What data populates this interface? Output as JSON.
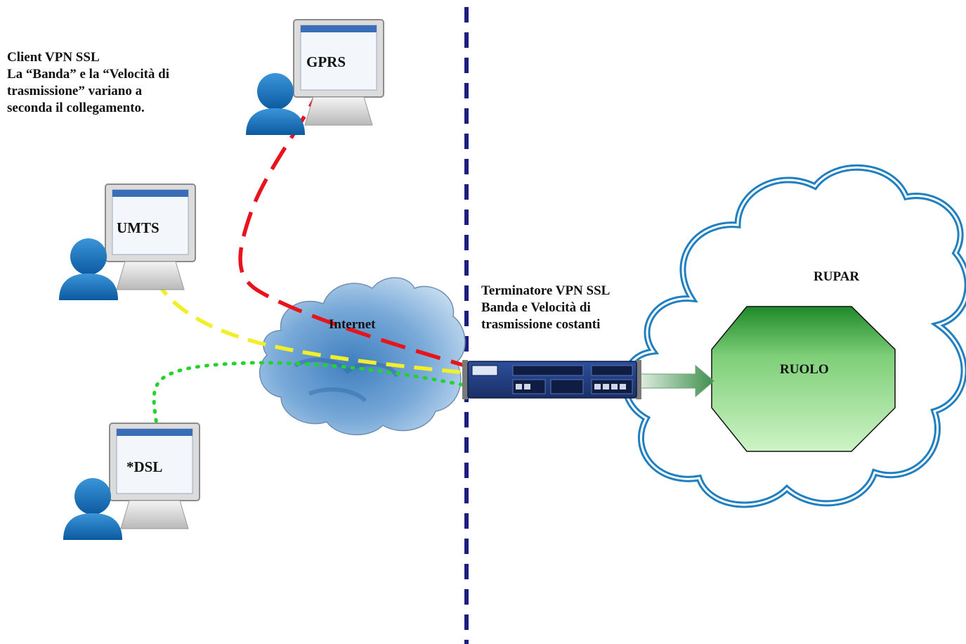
{
  "client_note": {
    "lines": [
      "Client VPN SSL",
      "La “Banda” e la “Velocità di",
      "trasmissione” variano a",
      "seconda il collegamento."
    ]
  },
  "terminator_note": {
    "lines": [
      "Terminatore VPN SSL",
      "Banda e Velocità di",
      "trasmissione costanti"
    ]
  },
  "clients": [
    {
      "id": "gprs",
      "label": "GPRS",
      "link_color": "#e8141b"
    },
    {
      "id": "umts",
      "label": "UMTS",
      "link_color": "#f2ee2a"
    },
    {
      "id": "dsl",
      "label": "*DSL",
      "link_color": "#22d32a"
    }
  ],
  "internet": {
    "label": "Internet"
  },
  "rupar": {
    "label": "RUPAR"
  },
  "ruolo": {
    "label": "RUOLO"
  },
  "colors": {
    "divider": "#1c1f7c",
    "user_icon": "#1670b8",
    "rupar_outline": "#1f7fc0",
    "ruolo_fill_top": "#1f8a2a",
    "ruolo_fill_bottom": "#c9f2c1",
    "arrow": "#4f9a5b"
  }
}
